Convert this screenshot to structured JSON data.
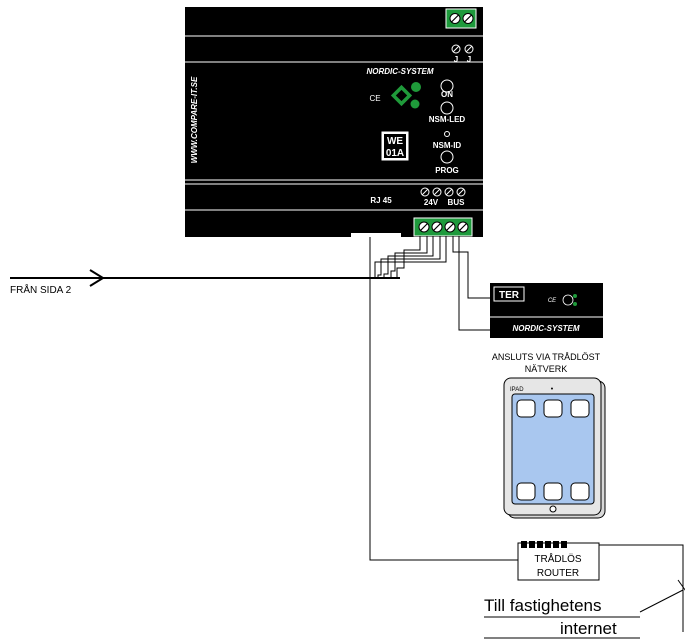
{
  "device": {
    "url_text": "WWW.COMPARE-IT.SE",
    "brand_text": "NORDIC-SYSTEM",
    "ce_mark": "CE",
    "model_line1": "WE",
    "model_line2": "01A",
    "led_on": "ON",
    "led_nsm": "NSM-LED",
    "nsm_id": "NSM-ID",
    "prog": "PROG",
    "rj45": "RJ 45",
    "v24": "24V",
    "bus": "BUS",
    "jumper_a": "J",
    "jumper_b": "J"
  },
  "input_label": "FRÅN SIDA 2",
  "terminal": {
    "label": "TER",
    "ce_mark": "CE",
    "brand_text": "NORDIC-SYSTEM"
  },
  "wireless_note": {
    "line1": "ANSLUTS VIA TRÅDLÖST",
    "line2": "NÄTVERK"
  },
  "ipad": {
    "label": "IPAD",
    "dot": "•"
  },
  "router": {
    "line1": "TRÅDLÖS",
    "line2": "ROUTER"
  },
  "internet": {
    "line1": "Till fastighetens",
    "line2": "internet"
  },
  "colors": {
    "device_body": "#000000",
    "terminal_green": "#1e9a3c",
    "logo_green": "#1f9a3a",
    "ipad_screen": "#a9c7ef",
    "line": "#000000"
  }
}
